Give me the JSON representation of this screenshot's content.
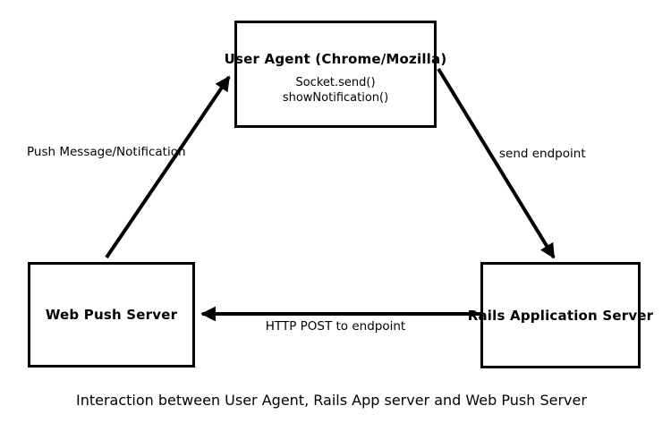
{
  "diagram": {
    "caption": "Interaction between User Agent, Rails App server and Web Push Server",
    "colors": {
      "stroke": "#000000",
      "background": "#ffffff",
      "text": "#000000"
    },
    "nodes": {
      "user_agent": {
        "label": "User Agent (Chrome/Mozilla)",
        "methods": [
          "Socket.send()",
          "showNotification()"
        ]
      },
      "web_push_server": {
        "label": "Web Push Server"
      },
      "rails_app_server": {
        "label": "Rails Application Server"
      }
    },
    "edges": [
      {
        "from": "Web Push Server",
        "to": "User Agent (Chrome/Mozilla)",
        "label": "Push Message/Notification"
      },
      {
        "from": "User Agent (Chrome/Mozilla)",
        "to": "Rails Application Server",
        "label": "send endpoint"
      },
      {
        "from": "Rails Application Server",
        "to": "Web Push Server",
        "label": "HTTP POST to endpoint"
      }
    ]
  }
}
